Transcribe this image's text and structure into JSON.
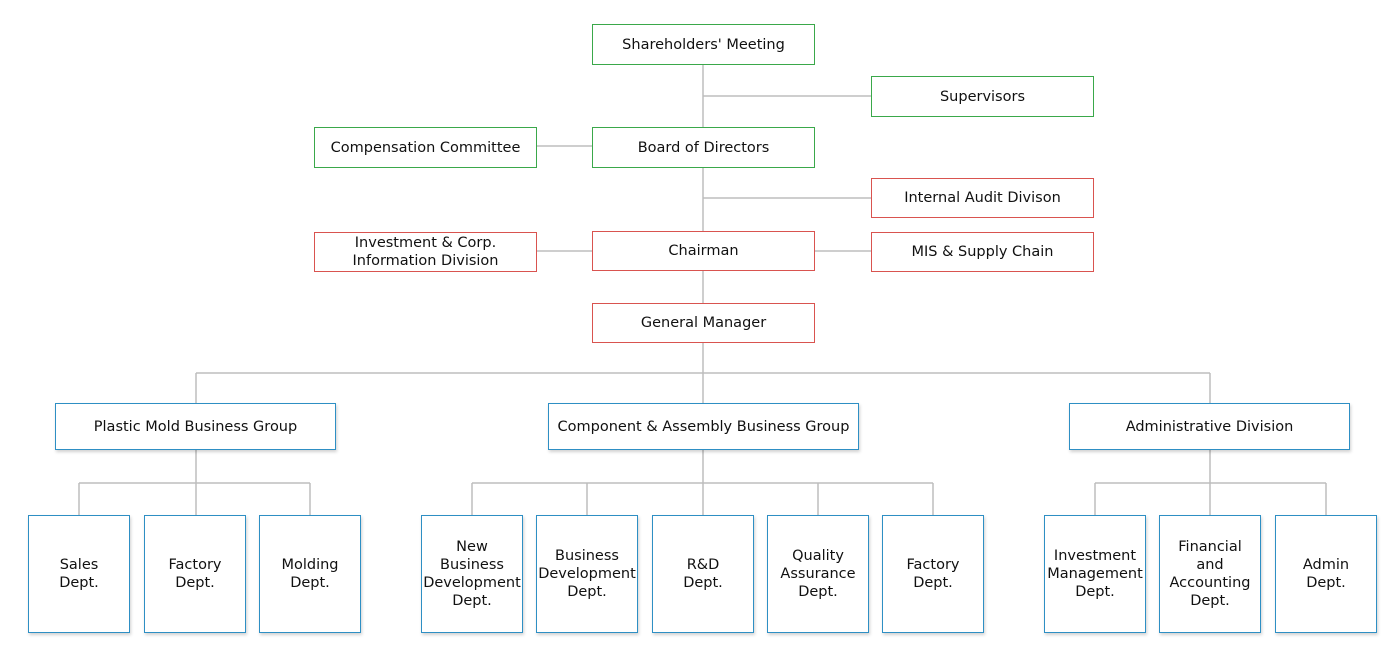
{
  "colors": {
    "governance": "#3aa84a",
    "executive": "#d9534f",
    "operations": "#2e8fc4",
    "connector": "#bdbdbd"
  },
  "nodes": {
    "shareholders": "Shareholders' Meeting",
    "supervisors": "Supervisors",
    "compensation": "Compensation Committee",
    "board": "Board of Directors",
    "internal_audit": "Internal Audit Divison",
    "investment_corp": "Investment & Corp.\nInformation Division",
    "chairman": "Chairman",
    "mis": "MIS & Supply Chain",
    "general_manager": "General Manager",
    "plastic_group": "Plastic Mold Business Group",
    "component_group": "Component & Assembly Business Group",
    "admin_division": "Administrative Division",
    "sales": "Sales\nDept.",
    "factory1": "Factory\nDept.",
    "molding": "Molding\nDept.",
    "new_business": "New Business\nDevelopment\nDept.",
    "business_dev": "Business\nDevelopment\nDept.",
    "rd": "R&D\nDept.",
    "quality": "Quality\nAssurance\nDept.",
    "factory2": "Factory\nDept.",
    "investment_mgmt": "Investment\nManagement\nDept.",
    "financial": "Financial and\nAccounting\nDept.",
    "admin_dept": "Admin\nDept."
  }
}
